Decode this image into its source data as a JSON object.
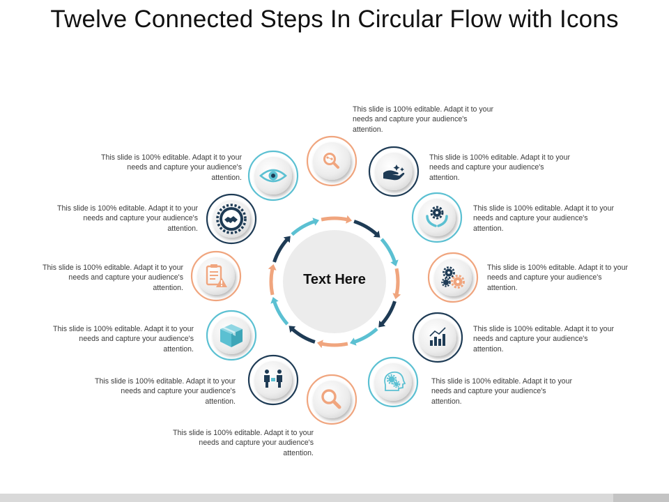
{
  "title": "Twelve Connected Steps In Circular Flow with Icons",
  "center_text": "Text Here",
  "colors": {
    "orange": "#f0a57e",
    "teal": "#5bc0d2",
    "navy": "#1e3b55",
    "hub": "#ececec"
  },
  "steps": [
    {
      "icon": "magnifier-molecule-icon",
      "ring": "orange",
      "text": "This slide is 100% editable. Adapt it to your needs and capture your audience's attention."
    },
    {
      "icon": "hand-sparkle-icon",
      "ring": "navy",
      "text": "This slide is 100% editable. Adapt it to your needs and capture your audience's attention."
    },
    {
      "icon": "hands-gear-icon",
      "ring": "teal",
      "text": "This slide is 100% editable. Adapt it to your needs and capture your audience's attention."
    },
    {
      "icon": "gears-icon",
      "ring": "orange",
      "text": "This slide is 100% editable. Adapt it to your needs and capture your audience's attention."
    },
    {
      "icon": "bar-chart-icon",
      "ring": "navy",
      "text": "This slide is 100% editable. Adapt it to your needs and capture your audience's attention."
    },
    {
      "icon": "head-gears-icon",
      "ring": "teal",
      "text": "This slide is 100% editable. Adapt it to your needs and capture your audience's attention."
    },
    {
      "icon": "magnifier-icon",
      "ring": "orange",
      "text": "This slide is 100% editable. Adapt it to your needs and capture your audience's attention."
    },
    {
      "icon": "people-exchange-icon",
      "ring": "navy",
      "text": "This slide is 100% editable. Adapt it to your needs and capture your audience's attention."
    },
    {
      "icon": "box-icon",
      "ring": "teal",
      "text": "This slide is 100% editable. Adapt it to your needs and capture your audience's attention."
    },
    {
      "icon": "clipboard-warning-icon",
      "ring": "orange",
      "text": "This slide is 100% editable. Adapt it to your needs and capture your audience's attention."
    },
    {
      "icon": "handshake-gear-icon",
      "ring": "navy",
      "text": "This slide is 100% editable. Adapt it to your needs and capture your audience's attention."
    },
    {
      "icon": "eye-icon",
      "ring": "teal",
      "text": "This slide is 100% editable. Adapt it to your needs and capture your audience's attention."
    }
  ]
}
